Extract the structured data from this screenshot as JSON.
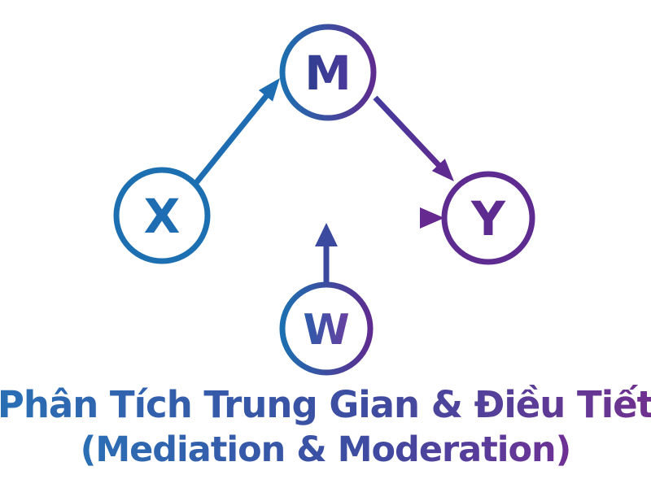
{
  "diagram": {
    "title": "Phân Tích Trung Gian & Điều Tiết",
    "subtitle": "(Mediation & Moderation)",
    "nodes": [
      {
        "id": "X",
        "label": "X",
        "role": "independent-variable"
      },
      {
        "id": "M",
        "label": "M",
        "role": "mediator"
      },
      {
        "id": "Y",
        "label": "Y",
        "role": "dependent-variable"
      },
      {
        "id": "W",
        "label": "W",
        "role": "moderator"
      }
    ],
    "edges": [
      {
        "from": "X",
        "to": "M"
      },
      {
        "from": "M",
        "to": "Y"
      },
      {
        "from": "X",
        "to": "Y"
      },
      {
        "from": "W",
        "to": "X-Y-path"
      }
    ],
    "colors": {
      "blue": "#1c6fb0",
      "purple": "#5e2c90",
      "indigo": "#3b4a9f",
      "background": "#ffffff"
    }
  }
}
